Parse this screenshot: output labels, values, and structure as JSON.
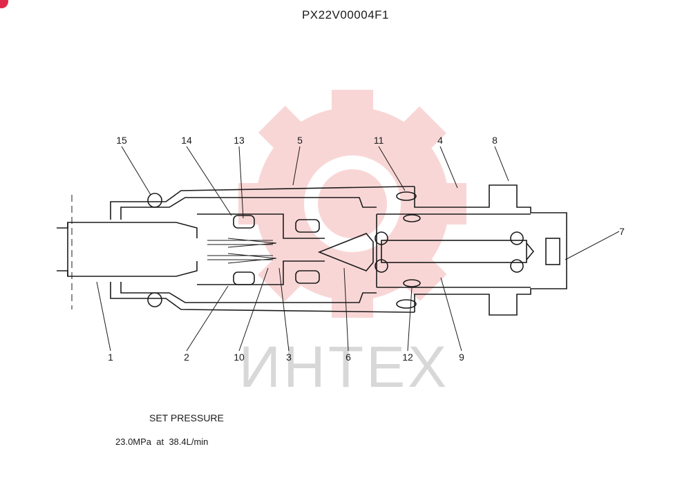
{
  "title": "PX22V00004F1",
  "watermark": "ИНТЕХ",
  "set_pressure_label": "SET PRESSURE",
  "spec": "23.0MPa  at  38.4L/min",
  "callouts": [
    "1",
    "2",
    "3",
    "4",
    "5",
    "6",
    "7",
    "8",
    "9",
    "10",
    "11",
    "12",
    "13",
    "14",
    "15"
  ],
  "colors": {
    "line": "#1a1a1a",
    "watermark_gear": "#f6c6c6",
    "watermark_text": "#d8d8d8",
    "badge": "#e0284a"
  }
}
